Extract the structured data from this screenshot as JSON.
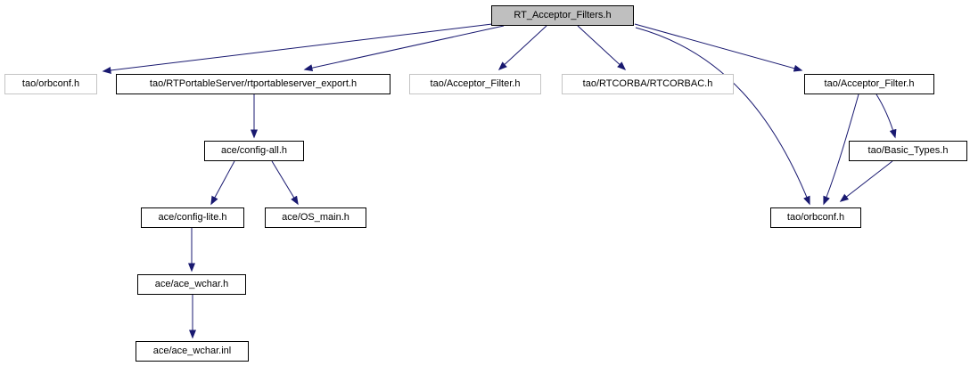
{
  "diagram": {
    "type": "include-dependency-graph",
    "root_label": "RT_Acceptor_Filters.h",
    "colors": {
      "background": "#ffffff",
      "edge": "#191970",
      "node_fill": "#ffffff",
      "root_node_fill": "#bfbfbf",
      "node_border_linked": "#000000",
      "node_border_plain": "#c4c4c4",
      "text": "#000000"
    },
    "nodes": [
      {
        "id": "root",
        "label": "RT_Acceptor_Filters.h"
      },
      {
        "id": "orbconf_top",
        "label": "tao/orbconf.h"
      },
      {
        "id": "rtportableserver_export",
        "label": "tao/RTPortableServer/rtportableserver_export.h"
      },
      {
        "id": "acceptor_filter_mid",
        "label": "tao/Acceptor_Filter.h"
      },
      {
        "id": "rtcorbac",
        "label": "tao/RTCORBA/RTCORBAC.h"
      },
      {
        "id": "acceptor_filter_right",
        "label": "tao/Acceptor_Filter.h"
      },
      {
        "id": "config_all",
        "label": "ace/config-all.h"
      },
      {
        "id": "config_lite",
        "label": "ace/config-lite.h"
      },
      {
        "id": "os_main",
        "label": "ace/OS_main.h"
      },
      {
        "id": "ace_wchar_h",
        "label": "ace/ace_wchar.h"
      },
      {
        "id": "ace_wchar_inl",
        "label": "ace/ace_wchar.inl"
      },
      {
        "id": "basic_types",
        "label": "tao/Basic_Types.h"
      },
      {
        "id": "orbconf_bottom",
        "label": "tao/orbconf.h"
      }
    ],
    "edges": [
      {
        "from": "root",
        "to": "orbconf_top"
      },
      {
        "from": "root",
        "to": "rtportableserver_export"
      },
      {
        "from": "root",
        "to": "acceptor_filter_mid"
      },
      {
        "from": "root",
        "to": "rtcorbac"
      },
      {
        "from": "root",
        "to": "acceptor_filter_right"
      },
      {
        "from": "root",
        "to": "orbconf_bottom"
      },
      {
        "from": "rtportableserver_export",
        "to": "config_all"
      },
      {
        "from": "config_all",
        "to": "config_lite"
      },
      {
        "from": "config_all",
        "to": "os_main"
      },
      {
        "from": "config_lite",
        "to": "ace_wchar_h"
      },
      {
        "from": "ace_wchar_h",
        "to": "ace_wchar_inl"
      },
      {
        "from": "acceptor_filter_right",
        "to": "basic_types"
      },
      {
        "from": "acceptor_filter_right",
        "to": "orbconf_bottom"
      },
      {
        "from": "basic_types",
        "to": "orbconf_bottom"
      }
    ]
  }
}
